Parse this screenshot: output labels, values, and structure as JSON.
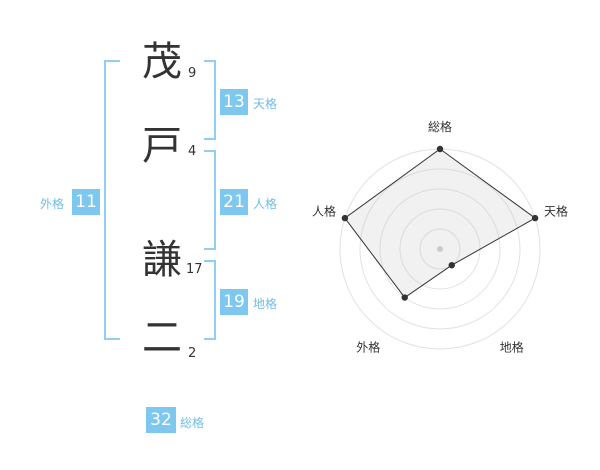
{
  "name": {
    "chars": [
      "茂",
      "戸",
      "謙",
      "二"
    ],
    "strokes": [
      "9",
      "4",
      "17",
      "2"
    ]
  },
  "kaku": {
    "tenkaku": {
      "value": "13",
      "label": "天格"
    },
    "jinkaku": {
      "value": "21",
      "label": "人格"
    },
    "chikaku": {
      "value": "19",
      "label": "地格"
    },
    "gaikaku": {
      "value": "11",
      "label": "外格"
    },
    "soukaku": {
      "value": "32",
      "label": "総格"
    }
  },
  "colors": {
    "accent": "#7ec8f0",
    "bracket": "#8fcff3",
    "text": "#333333"
  },
  "chart_data": {
    "type": "radar",
    "axes": [
      "総格",
      "天格",
      "地格",
      "外格",
      "人格"
    ],
    "values": [
      5,
      5,
      1,
      3,
      5
    ],
    "max": 5,
    "rings": 5
  }
}
